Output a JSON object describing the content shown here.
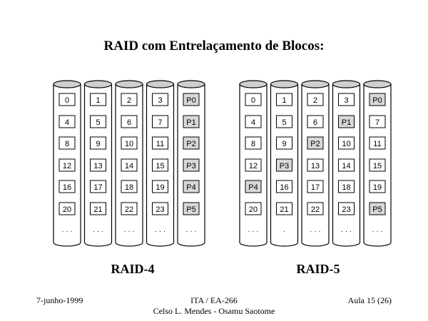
{
  "title": "RAID com Entrelaçamento de Blocos:",
  "colors": {
    "parity_fill": "#d8d8d8",
    "block_fill": "#ffffff",
    "disk_top": "#cfcfcf",
    "stroke": "#000000"
  },
  "raid4": {
    "label": "RAID-4",
    "disks": [
      {
        "blocks": [
          "0",
          "4",
          "8",
          "12",
          "16",
          "20"
        ],
        "ellipsis": "· · ·"
      },
      {
        "blocks": [
          "1",
          "5",
          "9",
          "13",
          "17",
          "21"
        ],
        "ellipsis": "· · ·"
      },
      {
        "blocks": [
          "2",
          "6",
          "10",
          "14",
          "18",
          "22"
        ],
        "ellipsis": "· · ·"
      },
      {
        "blocks": [
          "3",
          "7",
          "11",
          "15",
          "19",
          "23"
        ],
        "ellipsis": "· · ·"
      },
      {
        "blocks": [
          "P0",
          "P1",
          "P2",
          "P3",
          "P4",
          "P5"
        ],
        "ellipsis": "· · ·",
        "parity": [
          0,
          1,
          2,
          3,
          4,
          5
        ]
      }
    ]
  },
  "raid5": {
    "label": "RAID-5",
    "disks": [
      {
        "blocks": [
          "0",
          "4",
          "8",
          "12",
          "P4",
          "20"
        ],
        "ellipsis": "· · ·",
        "parity": [
          4
        ]
      },
      {
        "blocks": [
          "1",
          "5",
          "9",
          "P3",
          "16",
          "21"
        ],
        "ellipsis": "·",
        "parity": [
          3
        ]
      },
      {
        "blocks": [
          "2",
          "6",
          "P2",
          "13",
          "17",
          "22"
        ],
        "ellipsis": "· · ·",
        "parity": [
          2
        ]
      },
      {
        "blocks": [
          "3",
          "P1",
          "10",
          "14",
          "18",
          "23"
        ],
        "ellipsis": "· · ·",
        "parity": [
          1
        ]
      },
      {
        "blocks": [
          "P0",
          "7",
          "11",
          "15",
          "19",
          "P5"
        ],
        "ellipsis": "· · ·",
        "parity": [
          0,
          5
        ]
      }
    ]
  },
  "footer": {
    "date": "7-junho-1999",
    "course": "ITA / EA-266",
    "authors": "Celso L. Mendes - Osamu Saotome",
    "lecture": "Aula 15 (26)"
  }
}
